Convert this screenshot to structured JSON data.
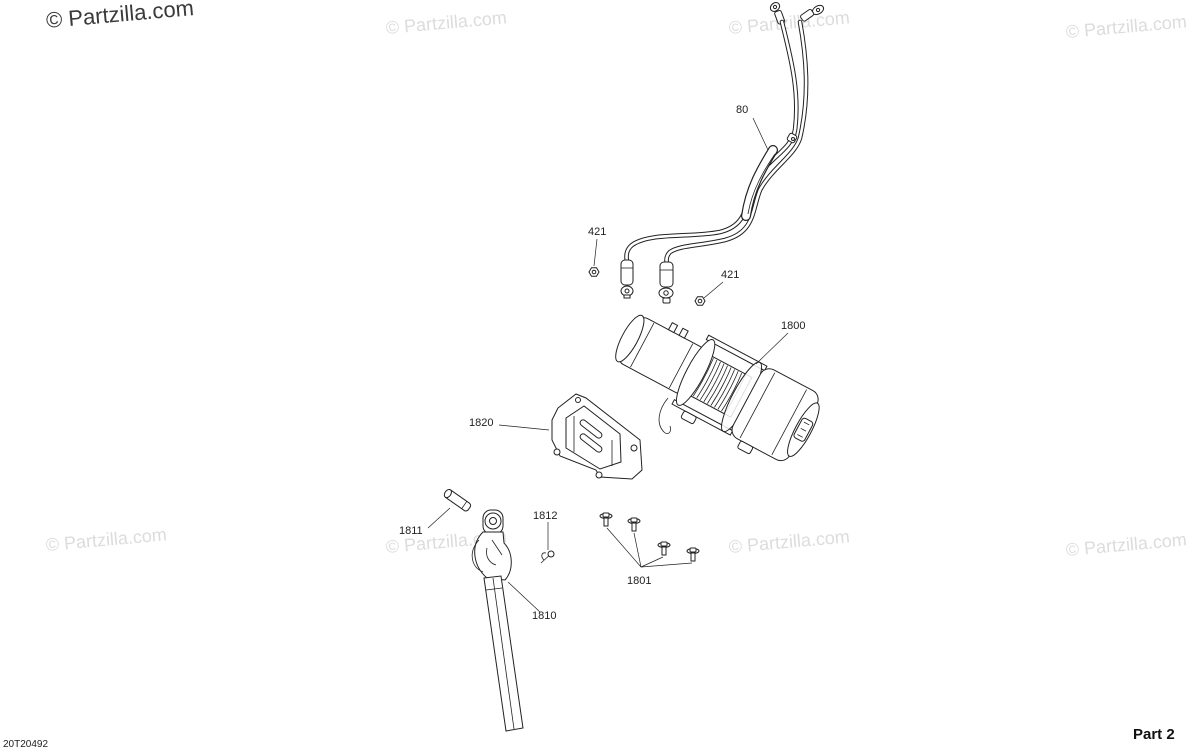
{
  "watermark": "© Partzilla.com",
  "callouts": [
    "80",
    "421",
    "421",
    "1800",
    "1820",
    "1811",
    "1812",
    "1801",
    "1810"
  ],
  "diagram_code": "20T20492",
  "page_label": "Part 2"
}
